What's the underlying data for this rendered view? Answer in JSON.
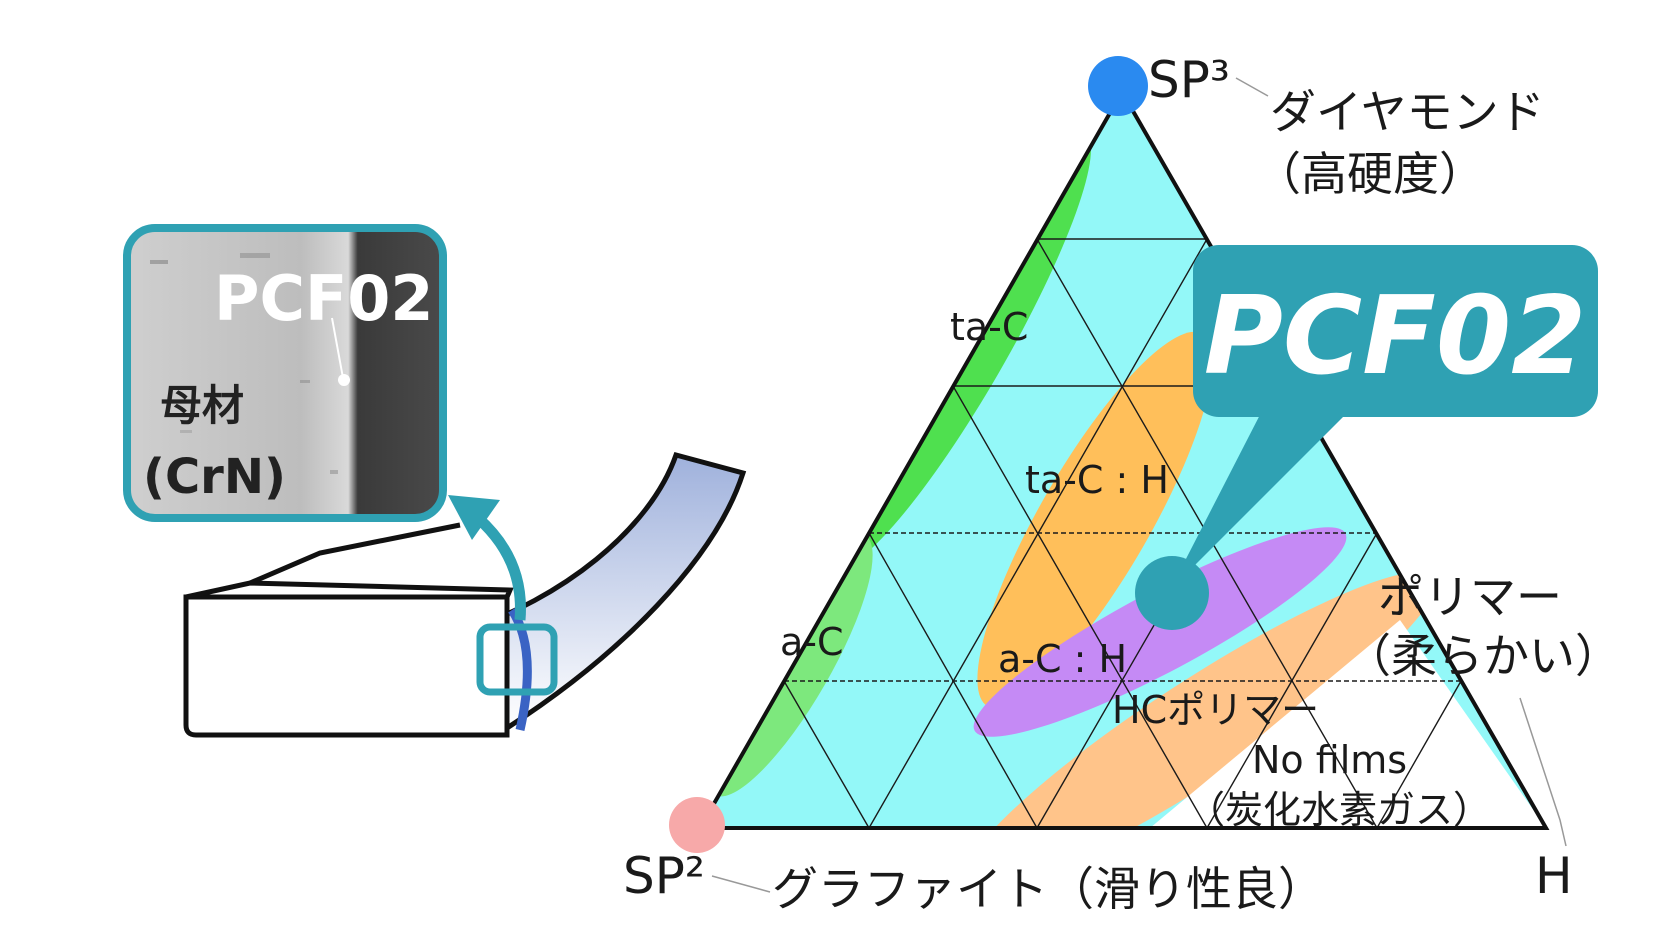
{
  "diagram": {
    "vertices": {
      "sp3": "SP³",
      "sp2": "SP²",
      "h": "H"
    },
    "vertex_descriptions": {
      "sp3_line1": "ダイヤモンド",
      "sp3_line2": "（高硬度）",
      "sp2": "グラファイト（滑り性良）",
      "h_line1": "ポリマー",
      "h_line2": "（柔らかい）"
    },
    "regions": [
      {
        "label": "ta-C",
        "color": "#4fe04f"
      },
      {
        "label": "ta-C : H",
        "color": "#ffbf5a"
      },
      {
        "label": "a-C",
        "color": "#7de87d"
      },
      {
        "label": "a-C : H",
        "color": "#c58af5"
      },
      {
        "label": "HCポリマー",
        "color": "#ffc48a"
      },
      {
        "label": "No films",
        "color": "#ffffff"
      },
      {
        "label": "（炭化水素ガス）",
        "color": "#ffffff"
      }
    ],
    "colors": {
      "triangle_fill": "#93f8f8",
      "sp3_dot": "#2a8af0",
      "sp2_dot": "#f7a9a9",
      "accent": "#2fa1b3"
    }
  },
  "callout": {
    "label": "PCF02"
  },
  "inset": {
    "coating_label": "PCF02",
    "base_label": "母材",
    "base_material": "(CrN)"
  }
}
